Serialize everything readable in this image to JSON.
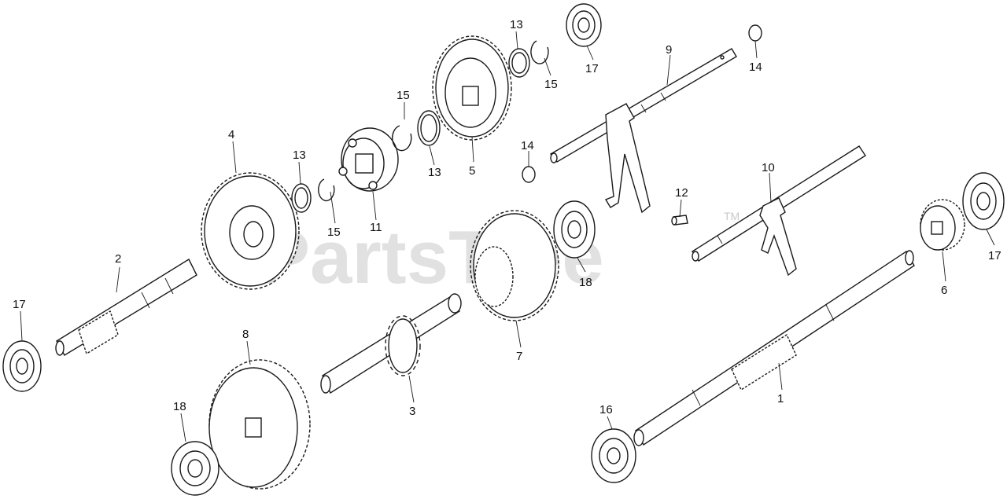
{
  "watermark": {
    "text": "PartsTree",
    "trademark": "TM"
  },
  "callouts": {
    "c1": "1",
    "c2": "2",
    "c3": "3",
    "c4": "4",
    "c5": "5",
    "c6": "6",
    "c7": "7",
    "c8": "8",
    "c9": "9",
    "c10": "10",
    "c11": "11",
    "c12": "12",
    "c13a": "13",
    "c13b": "13",
    "c13c": "13",
    "c14a": "14",
    "c14b": "14",
    "c15a": "15",
    "c15b": "15",
    "c15c": "15",
    "c16": "16",
    "c17a": "17",
    "c17b": "17",
    "c17c": "17",
    "c18a": "18",
    "c18b": "18"
  }
}
